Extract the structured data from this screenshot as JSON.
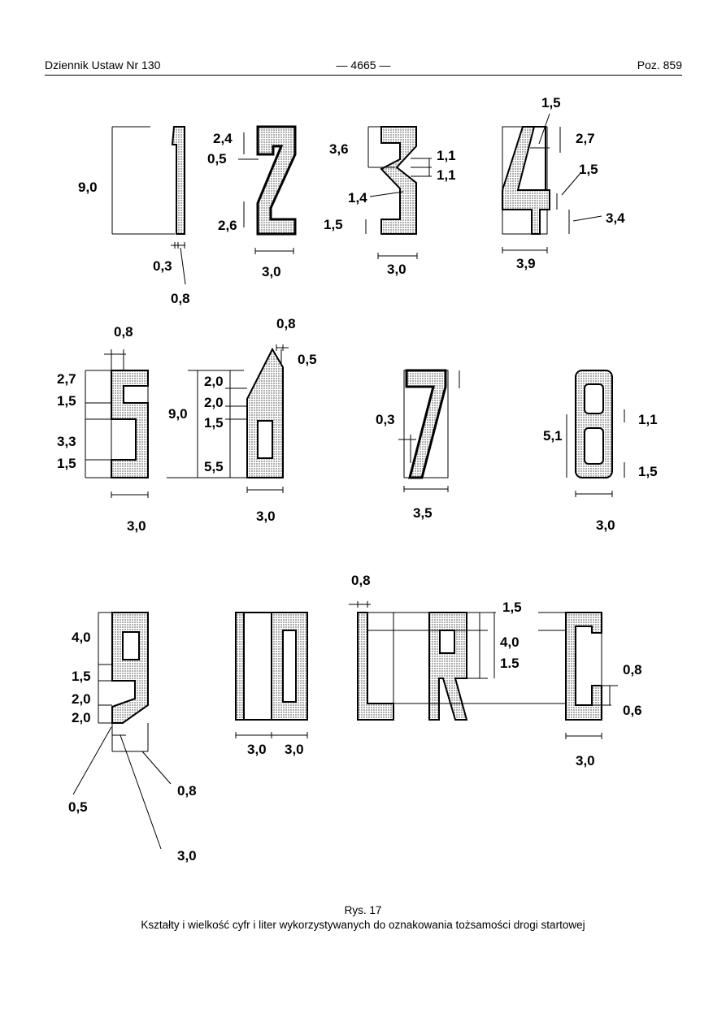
{
  "header": {
    "left": "Dziennik Ustaw Nr 130",
    "center": "— 4665 —",
    "right": "Poz. 859"
  },
  "figure": {
    "digit_1": {
      "labels": [
        "9,0",
        "0,3",
        "0,8"
      ]
    },
    "digit_2": {
      "labels": [
        "2,4",
        "0,5",
        "2,6",
        "3,0"
      ]
    },
    "digit_3": {
      "labels": [
        "3,6",
        "1,1",
        "1,1",
        "1,4",
        "1,5",
        "3,0"
      ]
    },
    "digit_4": {
      "labels": [
        "1,5",
        "2,7",
        "1,5",
        "3,4",
        "3,9"
      ]
    },
    "digit_5": {
      "labels": [
        "0,8",
        "2,7",
        "1,5",
        "3,3",
        "1,5",
        "3,0"
      ]
    },
    "digit_6": {
      "labels": [
        "0,8",
        "0,5",
        "2,0",
        "2,0",
        "9,0",
        "1,5",
        "5,5",
        "3,0"
      ]
    },
    "digit_7": {
      "labels": [
        "0,3",
        "3,5"
      ]
    },
    "digit_8": {
      "labels": [
        "5,1",
        "1,1",
        "1,5",
        "3,0"
      ]
    },
    "digit_9": {
      "labels": [
        "4,0",
        "1,5",
        "2,0",
        "2,0",
        "0,5",
        "0,8",
        "3,0"
      ]
    },
    "number_10": {
      "labels": [
        "3,0",
        "3,0"
      ]
    },
    "letters_LRC": {
      "labels": [
        "0,8",
        "1,5",
        "4,0",
        "1.5",
        "0,8",
        "0,6",
        "3,0"
      ]
    }
  },
  "caption": {
    "number": "Rys. 17",
    "text": "Kształty i wielkość cyfr i liter wykorzystywanych do oznakowania tożsamości drogi startowej"
  },
  "colors": {
    "ink": "#000000",
    "fill_pattern": "#b8b8b8"
  }
}
